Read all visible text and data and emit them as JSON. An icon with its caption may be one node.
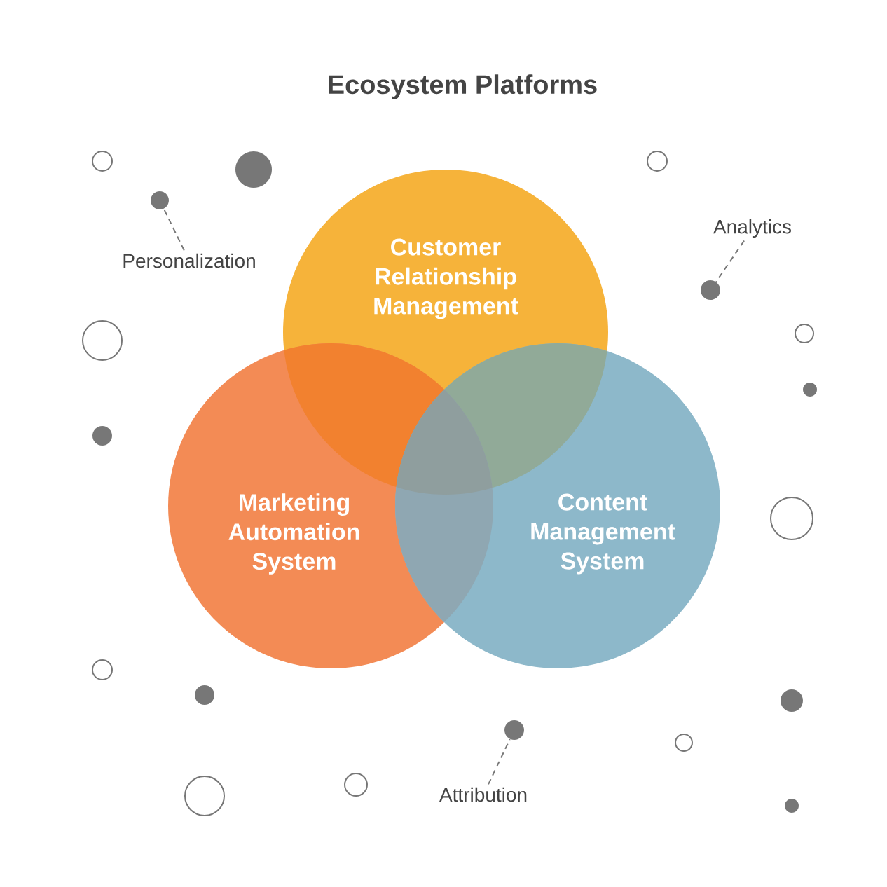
{
  "diagram": {
    "title": "Ecosystem Platforms",
    "nodes": [
      {
        "text": [
          "Customer Relationship Management"
        ]
      },
      {
        "text": [
          "Marketing Automation System"
        ]
      },
      {
        "text": [
          "Content Management System"
        ]
      },
      {
        "text": [
          "Personalization"
        ]
      },
      {
        "text": [
          "Analytics"
        ]
      },
      {
        "text": [
          "Attribution"
        ]
      },
      {
        "text": [],
        "shape": "circle"
      },
      {
        "text": [],
        "shape": "circle"
      },
      {
        "text": [],
        "shape": "circle"
      }
    ],
    "edges": [
      {
        "from": 3,
        "to": 6,
        "arrow": "none",
        "style": "dashed"
      },
      {
        "from": 5,
        "to": 7,
        "arrow": "none",
        "style": "dashed"
      },
      {
        "from": 4,
        "to": 8,
        "arrow": "none",
        "style": "dashed"
      }
    ]
  }
}
